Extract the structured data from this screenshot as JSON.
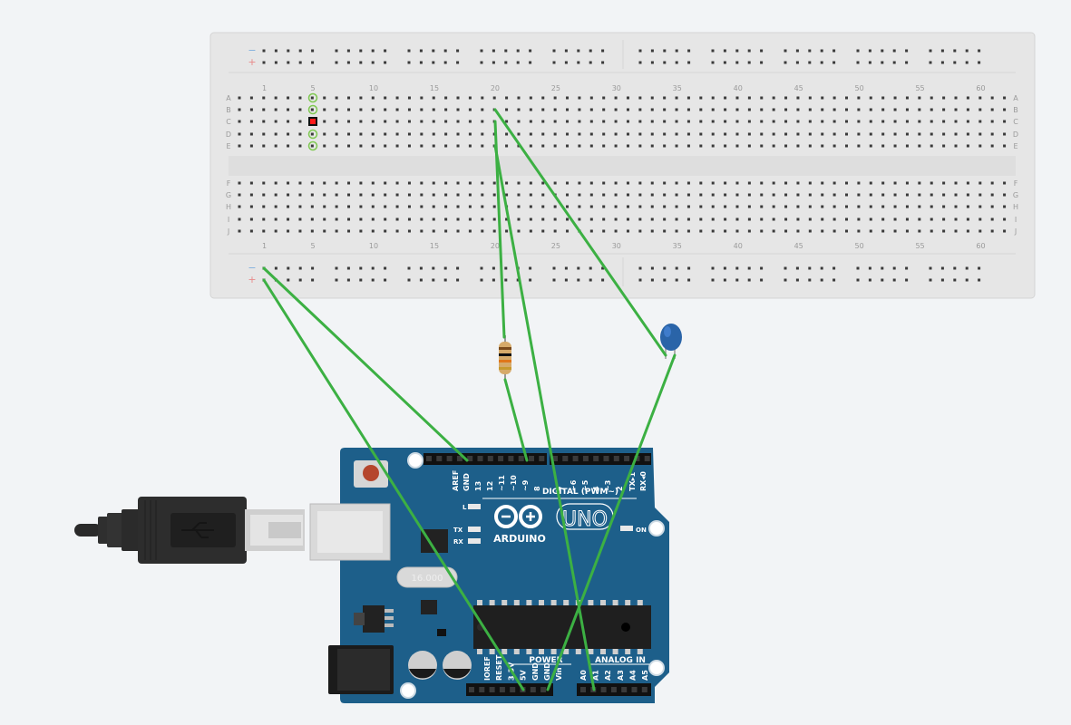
{
  "canvas": {
    "background": "#f2f4f6"
  },
  "breadboard": {
    "column_numbers": [
      "1",
      "5",
      "10",
      "15",
      "20",
      "25",
      "30",
      "35",
      "40",
      "45",
      "50",
      "55",
      "60"
    ],
    "top_rows": [
      "A",
      "B",
      "C",
      "D",
      "E"
    ],
    "bottom_rows": [
      "F",
      "G",
      "H",
      "I",
      "J"
    ],
    "rail_minus": "−",
    "rail_plus": "+",
    "body_color": "#e6e6e6",
    "hole_color": "#3a3a3a"
  },
  "led": {
    "color": "#ff1a1a"
  },
  "wire_color": "#3cb043",
  "arduino": {
    "board_color": "#1d5f8a",
    "brand": "ARDUINO",
    "model": "UNO",
    "digital_label": "DIGITAL (PWM~)",
    "power_label": "POWER",
    "analog_label": "ANALOG IN",
    "on_label": "ON",
    "led_l": "L",
    "led_tx": "TX",
    "led_rx": "RX",
    "crystal_label": "16.000",
    "digital_pins": [
      "AREF",
      "GND",
      "13",
      "12",
      "~11",
      "~10",
      "~9",
      "8",
      "7",
      "~6",
      "~5",
      "4",
      "~3",
      "2",
      "TX▸1",
      "RX◂0"
    ],
    "power_pins": [
      "IOREF",
      "RESET",
      "3.3V",
      "5V",
      "GND",
      "GND",
      "Vin"
    ],
    "analog_pins": [
      "A0",
      "A1",
      "A2",
      "A3",
      "A4",
      "A5"
    ]
  }
}
